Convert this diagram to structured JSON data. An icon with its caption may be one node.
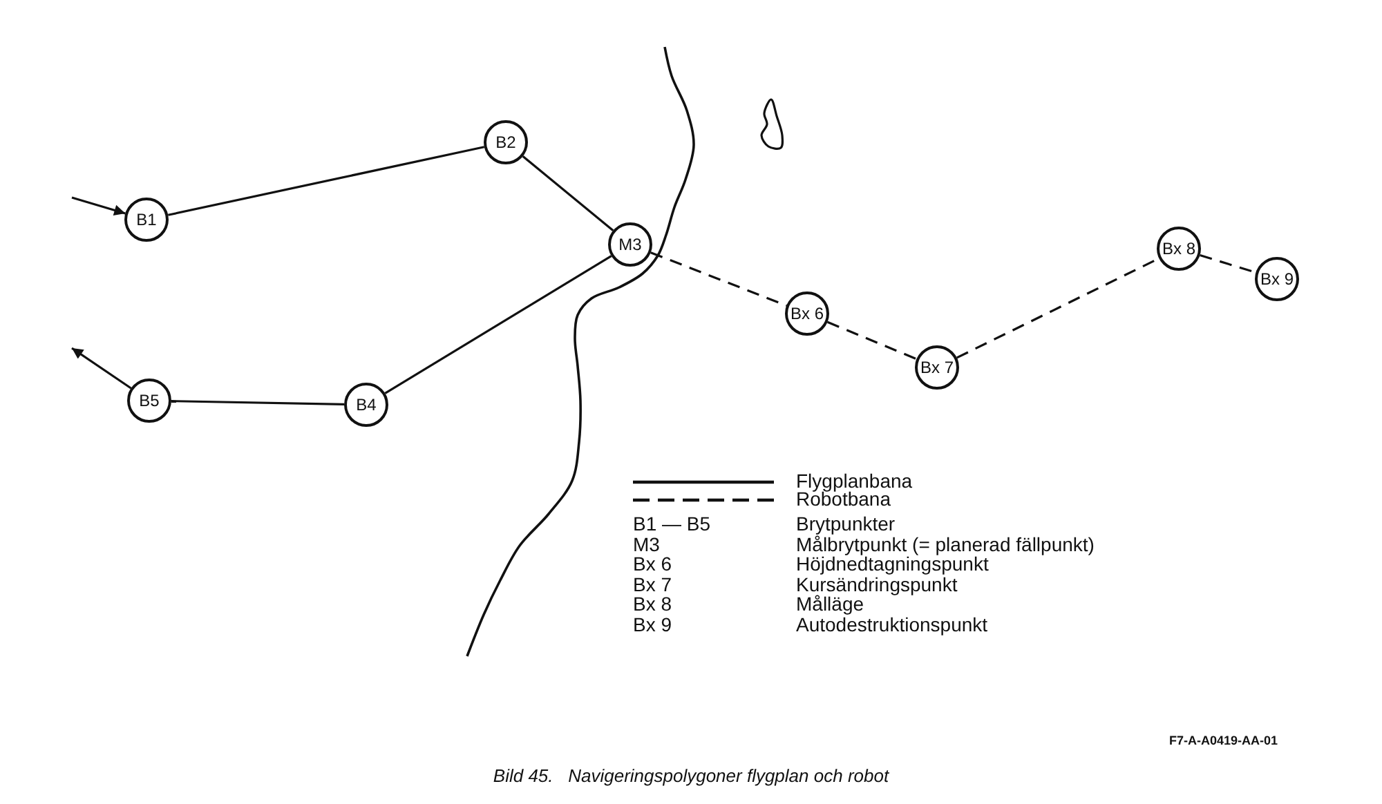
{
  "diagram": {
    "caption": "Bild 45.   Navigeringspolygoner flygplan och robot",
    "nodes": [
      {
        "text": [
          "B1"
        ]
      },
      {
        "text": [
          "B2"
        ]
      },
      {
        "text": [
          "M3"
        ]
      },
      {
        "text": [
          "B4"
        ]
      },
      {
        "text": [
          "B5"
        ]
      },
      {
        "text": [
          "Bx 6"
        ]
      },
      {
        "text": [
          "Bx 7"
        ]
      },
      {
        "text": [
          "Bx 8"
        ]
      },
      {
        "text": [
          "Bx 9"
        ]
      }
    ],
    "edges": [
      {
        "from": null,
        "to": 0,
        "arrow": "to"
      },
      {
        "from": 0,
        "to": 1,
        "arrow": "none"
      },
      {
        "from": 1,
        "to": 2,
        "arrow": "none"
      },
      {
        "from": 2,
        "to": 3,
        "arrow": "none"
      },
      {
        "from": 3,
        "to": 4,
        "arrow": "none"
      },
      {
        "from": 4,
        "to": null,
        "arrow": "to"
      },
      {
        "from": 2,
        "to": 5,
        "arrow": "none",
        "style": "dashed"
      },
      {
        "from": 5,
        "to": 6,
        "arrow": "none",
        "style": "dashed"
      },
      {
        "from": 6,
        "to": 7,
        "arrow": "none",
        "style": "dashed"
      },
      {
        "from": 7,
        "to": 8,
        "arrow": "none",
        "style": "dashed"
      }
    ],
    "labels": [
      "B1 — B5",
      "Brytpunkter",
      "M3",
      "Målbrytpunkt (= planerad fällpunkt)",
      "Bx 6",
      "Höjdnedtagningspunkt",
      "Bx 7",
      "Kursändringspunkt",
      "Bx 8",
      "Målläge",
      "Bx 9",
      "Autodestruktionspunkt",
      "F7-A-A0419-AA-01"
    ],
    "legend": [
      {
        "text": "Flygplanbana"
      },
      {
        "text": "Robotbana"
      }
    ]
  }
}
